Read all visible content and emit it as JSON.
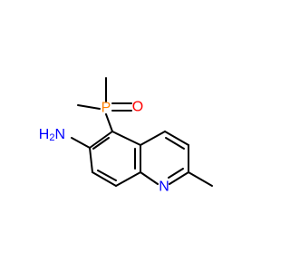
{
  "molecule": {
    "atoms": {
      "phosphorus": "P",
      "oxygen": "O",
      "amine": "H2N",
      "ring_nitrogen": "N"
    },
    "colors": {
      "bond": "#000000",
      "phosphorus": "#ff8000",
      "oxygen": "#ff0000",
      "nitrogen": "#0000ff"
    }
  }
}
